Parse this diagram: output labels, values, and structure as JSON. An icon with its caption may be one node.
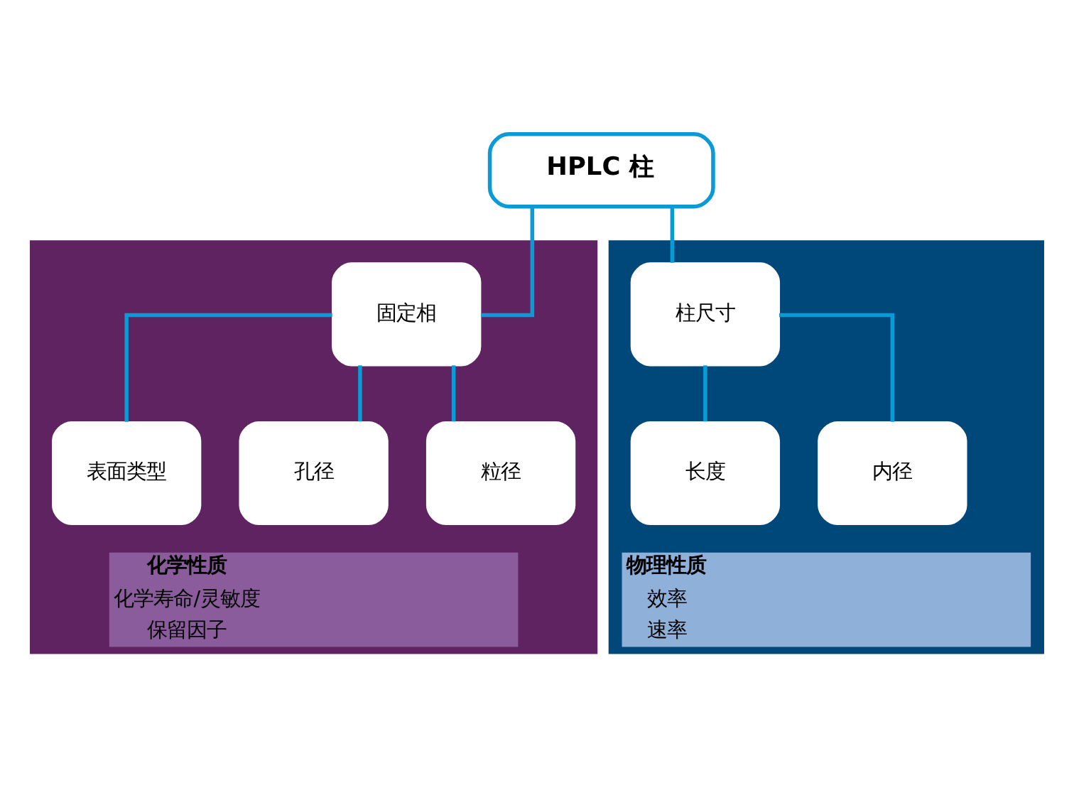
{
  "diagram": {
    "nodes": [
      {
        "text": [
          "HPLC 柱"
        ]
      },
      {
        "text": [
          "化学性质",
          "化学寿命/灵敏度",
          "保留因子"
        ]
      },
      {
        "text": [
          "固定相"
        ],
        "in": 1
      },
      {
        "text": [
          "表面类型"
        ],
        "in": 1
      },
      {
        "text": [
          "孔径"
        ],
        "in": 1
      },
      {
        "text": [
          "粒径"
        ],
        "in": 1
      },
      {
        "text": [
          "物理性质",
          "效率",
          "速率"
        ]
      },
      {
        "text": [
          "柱尺寸"
        ],
        "in": 6
      },
      {
        "text": [
          "长度"
        ],
        "in": 6
      },
      {
        "text": [
          "内径"
        ],
        "in": 6
      }
    ],
    "edges": [
      {
        "from": 0,
        "to": 2,
        "arrow": "none"
      },
      {
        "from": 0,
        "to": 7,
        "arrow": "none"
      },
      {
        "from": 2,
        "to": 3,
        "arrow": "none"
      },
      {
        "from": 2,
        "to": 4,
        "arrow": "none"
      },
      {
        "from": 2,
        "to": 5,
        "arrow": "none"
      },
      {
        "from": 7,
        "to": 8,
        "arrow": "none"
      },
      {
        "from": 7,
        "to": 9,
        "arrow": "none"
      }
    ]
  }
}
